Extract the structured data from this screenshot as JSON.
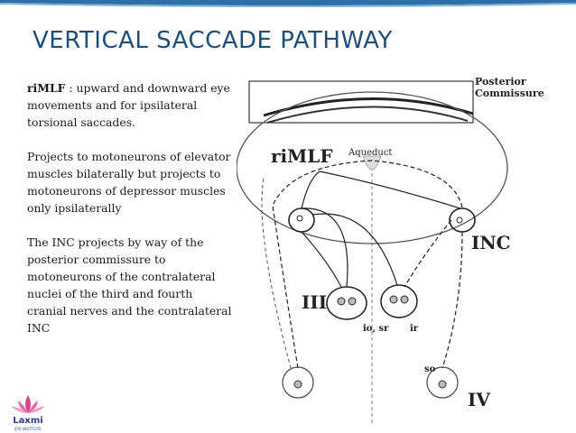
{
  "slide": {
    "title": "VERTICAL SACCADE PATHWAY",
    "accent_color": "#1f4e79",
    "text_blocks": [
      {
        "lead": "riMLF",
        "text": " : upward and downward eye movements and for ipsilateral torsional saccades."
      },
      {
        "lead": "",
        "text": "Projects to motoneurons of elevator muscles bilaterally but projects to motoneurons of depressor muscles only ipsilaterally"
      },
      {
        "lead": "",
        "text": "The INC projects by way of the posterior commissure to motoneurons of the contralateral nuclei of the third and fourth cranial nerves and the contralateral INC"
      }
    ]
  },
  "diagram": {
    "posterior_commissure": "Posterior\nCommissure",
    "posterior_line1": "Posterior",
    "posterior_line2": "Commissure",
    "rimlf": "riMLF",
    "aqueduct": "Aqueduct",
    "inc": "INC",
    "nucleus_iii": "III",
    "io_sr": "io, sr",
    "ir": "ir",
    "so": "so",
    "nucleus_iv": "IV"
  },
  "logo": {
    "name": "Laxmi",
    "subtitle": "EYE INSTITUTE",
    "icon": "lotus-icon"
  }
}
